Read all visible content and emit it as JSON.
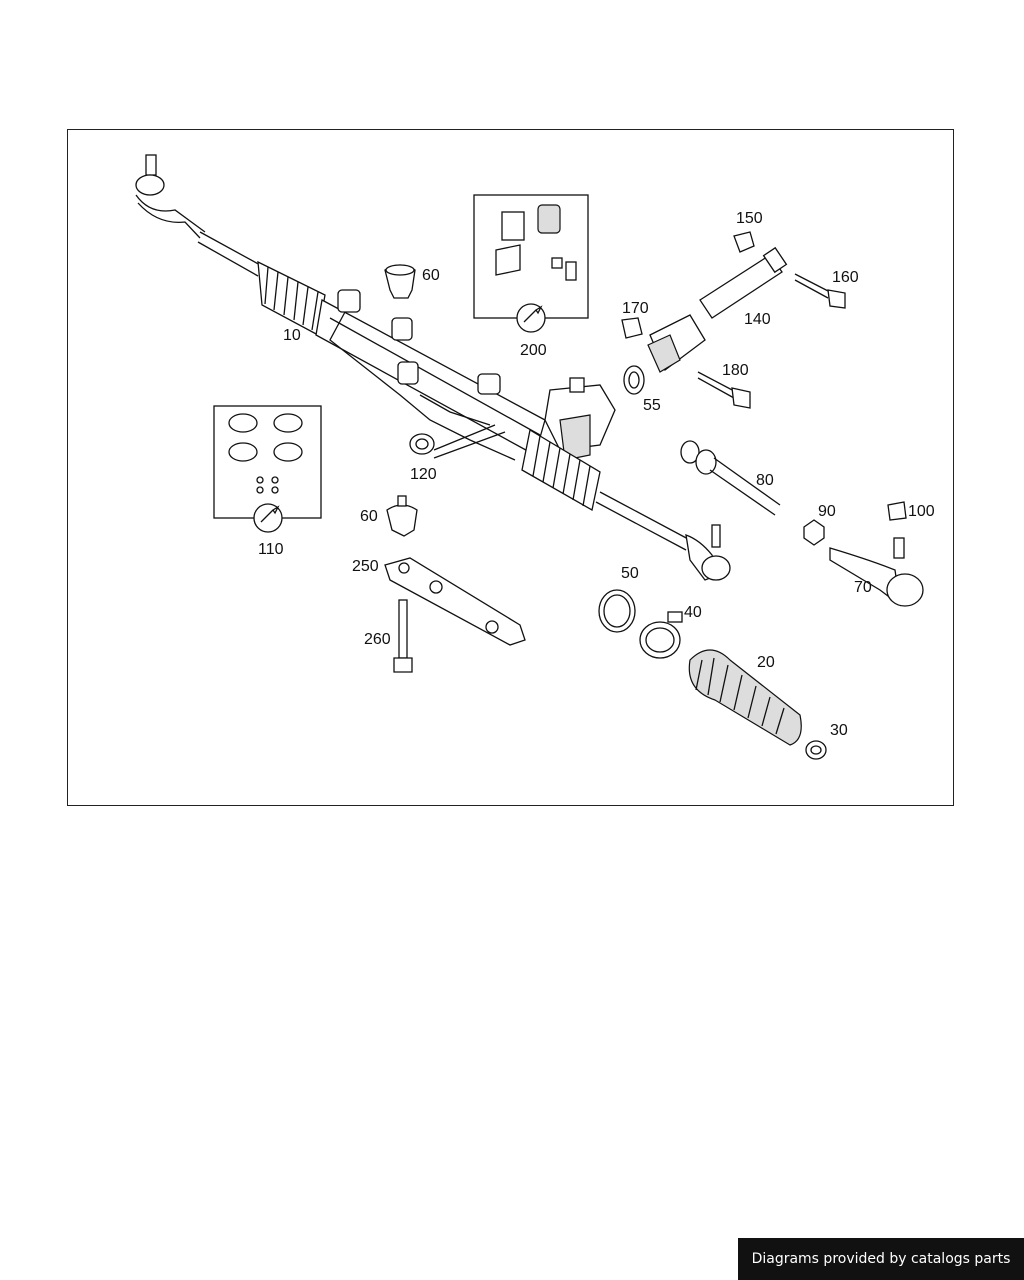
{
  "diagram": {
    "labels": {
      "p10": "10",
      "p20": "20",
      "p30": "30",
      "p40": "40",
      "p50": "50",
      "p55": "55",
      "p60a": "60",
      "p60b": "60",
      "p70": "70",
      "p80": "80",
      "p90": "90",
      "p100": "100",
      "p110": "110",
      "p120": "120",
      "p140": "140",
      "p150": "150",
      "p160": "160",
      "p170": "170",
      "p180": "180",
      "p200": "200",
      "p250": "250",
      "p260": "260"
    }
  },
  "footer": {
    "text": "Diagrams provided by catalogs parts"
  }
}
